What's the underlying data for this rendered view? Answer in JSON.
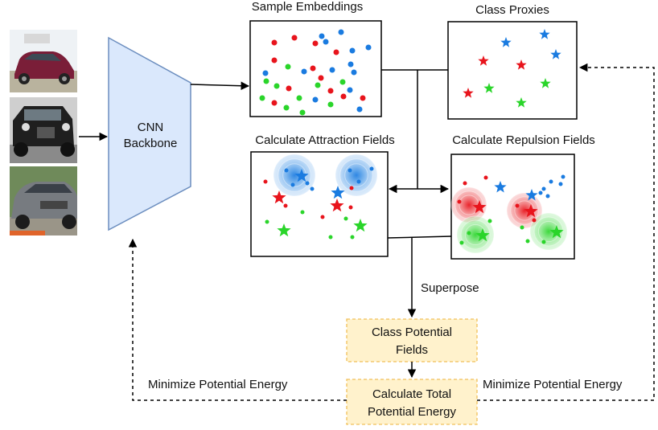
{
  "labels": {
    "cnn_line1": "CNN",
    "cnn_line2": "Backbone",
    "sample_embeddings": "Sample Embeddings",
    "class_proxies": "Class Proxies",
    "attraction_fields": "Calculate Attraction Fields",
    "repulsion_fields": "Calculate Repulsion Fields",
    "superpose": "Superpose",
    "potential_line1": "Class Potential",
    "potential_line2": "Fields",
    "total_line1": "Calculate Total",
    "total_line2": "Potential Energy",
    "minimize_left": "Minimize Potential Energy",
    "minimize_right": "Minimize Potential Energy"
  },
  "colors": {
    "red": "#e8141c",
    "green": "#2ad52a",
    "blue": "#1a7be0",
    "cnn_fill": "#dae8fc",
    "cnn_stroke": "#6c8ebf",
    "yellow_fill": "#fff2cc",
    "yellow_stroke": "#f0c05a"
  }
}
